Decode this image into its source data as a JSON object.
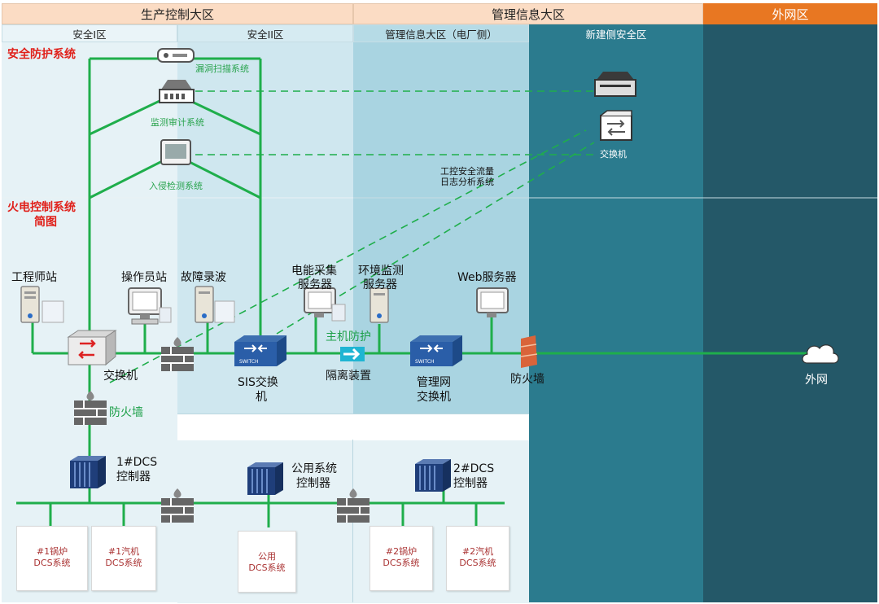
{
  "zones": {
    "production": "生产控制大区",
    "management": "管理信息大区",
    "external": "外网区"
  },
  "subzones": {
    "safety1": "安全I区",
    "safety2": "安全II区",
    "mgmt_plant": "管理信息大区（电厂侧）",
    "new_safety": "新建侧安全区"
  },
  "sections": {
    "security_system": "安全防护系统",
    "control_system_line1": "火电控制系统",
    "control_system_line2": "简图"
  },
  "security": {
    "vuln_scan": "漏洞扫描系统",
    "audit": "监测审计系统",
    "ids": "入侵检测系统",
    "traffic_line1": "工控安全流量",
    "traffic_line2": "日志分析系统",
    "switch_right": "交换机"
  },
  "devices": {
    "eng_station": "工程师站",
    "op_station": "操作员站",
    "fault_rec": "故障录波",
    "energy_line1": "电能采集",
    "energy_line2": "服务器",
    "env_line1": "环境监测",
    "env_line2": "服务器",
    "web": "Web服务器",
    "switch_main": "交换机",
    "sis_line1": "SIS交换",
    "sis_line2": "机",
    "host_protect": "主机防护",
    "isolation": "隔离装置",
    "mgmt_sw_line1": "管理网",
    "mgmt_sw_line2": "交换机",
    "firewall_right": "防火墙",
    "internet": "外网",
    "firewall_left": "防火墙",
    "dcs1_line1": "1#DCS",
    "dcs1_line2": "控制器",
    "common_line1": "公用系统",
    "common_line2": "控制器",
    "dcs2_line1": "2#DCS",
    "dcs2_line2": "控制器",
    "switch_tag": "SWITCH"
  },
  "dcs_boxes": [
    {
      "line1": "#1锅炉",
      "line2": "DCS系统"
    },
    {
      "line1": "#1汽机",
      "line2": "DCS系统"
    },
    {
      "line1": "公用",
      "line2": "DCS系统"
    },
    {
      "line1": "#2锅炉",
      "line2": "DCS系统"
    },
    {
      "line1": "#2汽机",
      "line2": "DCS系统"
    }
  ],
  "colors": {
    "link_green": "#1fae4b",
    "alert_red": "#e0201a",
    "zone_orange": "#e87722",
    "zone_peach": "#fbdcc4",
    "teal_dark": "#2b7b8e",
    "teal_darker": "#245868"
  }
}
